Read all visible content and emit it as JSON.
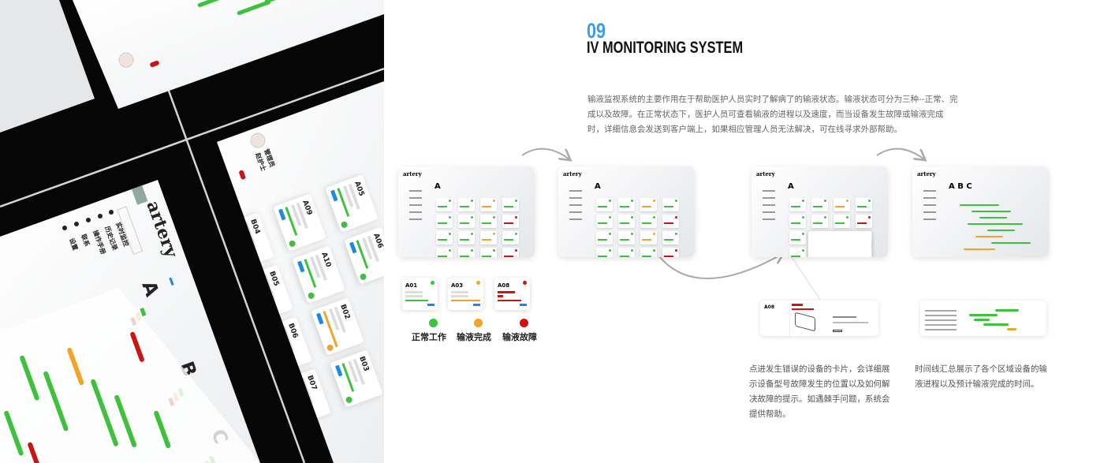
{
  "section_number": "09",
  "section_title": "IV MONITORING SYSTEM",
  "intro": "输液监视系统的主要作用在于帮助医护人员实时了解病了的输液状态。输液状态可分为三种--正常、完成以及故障。在正常状态下，医护人员可查看输液的进程以及速度，而当设备发生故障或输液完成时，详细信息会发送到客户端上，如果相应管理人员无法解决，可在线寻求外部帮助。",
  "colors": {
    "normal": "#3ec23e",
    "complete": "#f2a42a",
    "fault": "#cc1414",
    "accent": "#3a9ee8",
    "tag": "#1e88e5"
  },
  "mockup": {
    "brand": "artery",
    "menu": [
      "实时监控",
      "历史记录",
      "操作手册",
      "联系",
      "设置"
    ],
    "user": [
      "管理员",
      "赵护士"
    ],
    "zone_labels": [
      "A",
      "B",
      "C"
    ],
    "cards": [
      {
        "id": "A05",
        "status": "normal"
      },
      {
        "id": "A06",
        "status": "normal"
      },
      {
        "id": "A09",
        "status": "normal"
      },
      {
        "id": "A10",
        "status": "normal"
      },
      {
        "id": "B02",
        "status": "complete"
      },
      {
        "id": "B03",
        "status": "normal"
      },
      {
        "id": "B04",
        "status": "normal"
      },
      {
        "id": "B05",
        "status": "normal"
      },
      {
        "id": "B06",
        "status": "normal"
      },
      {
        "id": "B07",
        "status": "fault"
      }
    ]
  },
  "screens": [
    {
      "logo": "artery",
      "zone": "A",
      "statuses": [
        "normal",
        "normal",
        "complete",
        "normal",
        "normal",
        "normal",
        "normal",
        "fault",
        "normal",
        "normal",
        "complete",
        "normal",
        "normal",
        "normal",
        "normal",
        "fault"
      ]
    },
    {
      "logo": "artery",
      "zone": "A",
      "statuses": [
        "normal",
        "normal",
        "complete",
        "normal",
        "normal",
        "normal",
        "normal",
        "fault",
        "normal",
        "normal",
        "complete",
        "normal",
        "normal",
        "normal",
        "normal",
        "fault"
      ]
    },
    {
      "logo": "artery",
      "zone": "A",
      "statuses": [
        "normal",
        "normal",
        "complete",
        "normal",
        "normal",
        "normal",
        "normal",
        "fault",
        "normal",
        "normal",
        "complete",
        "normal",
        "normal",
        "normal",
        "normal",
        "fault"
      ]
    },
    {
      "logo": "artery",
      "zone": "A B C",
      "statuses": []
    }
  ],
  "status_cards": [
    {
      "id": "A01",
      "status": "normal",
      "label": "正常工作"
    },
    {
      "id": "A03",
      "status": "complete",
      "label": "输液完成"
    },
    {
      "id": "A08",
      "status": "fault",
      "label": "输液故障"
    }
  ],
  "detail_card_id": "A08",
  "captions": {
    "fault_detail": "点进发生错误的设备的卡片，会详细展示设备型号故障发生的位置以及如何解决故障的提示。如遇棘手问题，系统会提供帮助。",
    "timeline": "时间线汇总展示了各个区域设备的输液进程以及预计输液完成的时间。"
  }
}
